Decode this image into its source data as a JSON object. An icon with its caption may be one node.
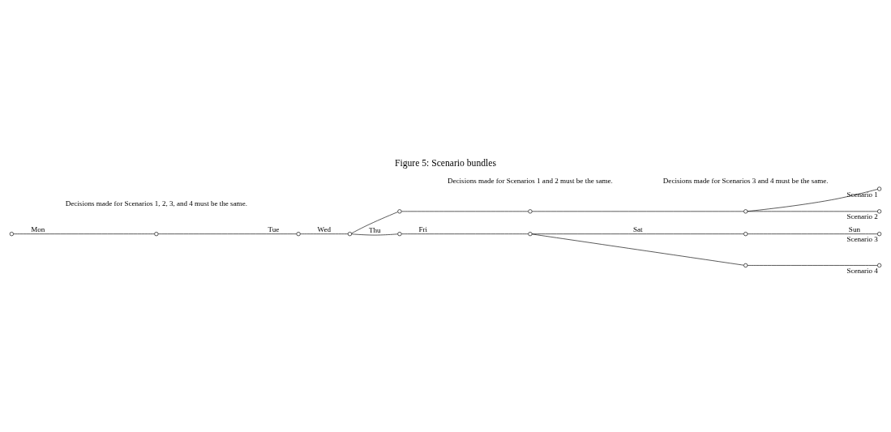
{
  "diagram": {
    "title": "Figure 5: Scenario bundles",
    "nodes": [
      {
        "text": [],
        "shape": "circle",
        "beside": [
          "Scenario 1"
        ]
      },
      {
        "text": [],
        "shape": "circle"
      },
      {
        "text": [],
        "shape": "circle"
      },
      {
        "text": [],
        "shape": "circle"
      },
      {
        "text": [],
        "shape": "circle",
        "beside": [
          "Scenario 2"
        ]
      },
      {
        "text": [],
        "shape": "circle"
      },
      {
        "text": [],
        "shape": "circle"
      },
      {
        "text": [],
        "shape": "circle"
      },
      {
        "text": [],
        "shape": "circle"
      },
      {
        "text": [],
        "shape": "circle"
      },
      {
        "text": [],
        "shape": "circle"
      },
      {
        "text": [],
        "shape": "circle"
      },
      {
        "text": [],
        "shape": "circle",
        "beside": [
          "Scenario 3"
        ]
      },
      {
        "text": [],
        "shape": "circle"
      },
      {
        "text": [],
        "shape": "circle",
        "beside": [
          "Scenario 4"
        ]
      }
    ],
    "edges": [
      {
        "from": 5,
        "to": 6,
        "arrow": "none",
        "label": "Mon"
      },
      {
        "from": 6,
        "to": 7,
        "arrow": "none",
        "label": "Tue"
      },
      {
        "from": 7,
        "to": 8,
        "arrow": "none",
        "label": "Wed"
      },
      {
        "from": 8,
        "to": 1,
        "arrow": "none"
      },
      {
        "from": 8,
        "to": 9,
        "arrow": "none",
        "label": "Thu"
      },
      {
        "from": 9,
        "to": 10,
        "arrow": "none",
        "label": "Fri"
      },
      {
        "from": 10,
        "to": 11,
        "arrow": "none",
        "label": "Sat"
      },
      {
        "from": 11,
        "to": 12,
        "arrow": "none",
        "label": "Sun"
      },
      {
        "from": 1,
        "to": 2,
        "arrow": "none"
      },
      {
        "from": 2,
        "to": 3,
        "arrow": "none"
      },
      {
        "from": 3,
        "to": 0,
        "arrow": "none"
      },
      {
        "from": 3,
        "to": 4,
        "arrow": "none"
      },
      {
        "from": 10,
        "to": 13,
        "arrow": "none"
      },
      {
        "from": 13,
        "to": 14,
        "arrow": "none"
      }
    ],
    "labels": [
      "Decisions made for Scenarios 1 and 2 must be the same.",
      "Decisions made for Scenarios 1, 2, 3, and 4 must be the same.",
      "Decisions made for Scenarios 3 and 4 must be the same."
    ]
  }
}
